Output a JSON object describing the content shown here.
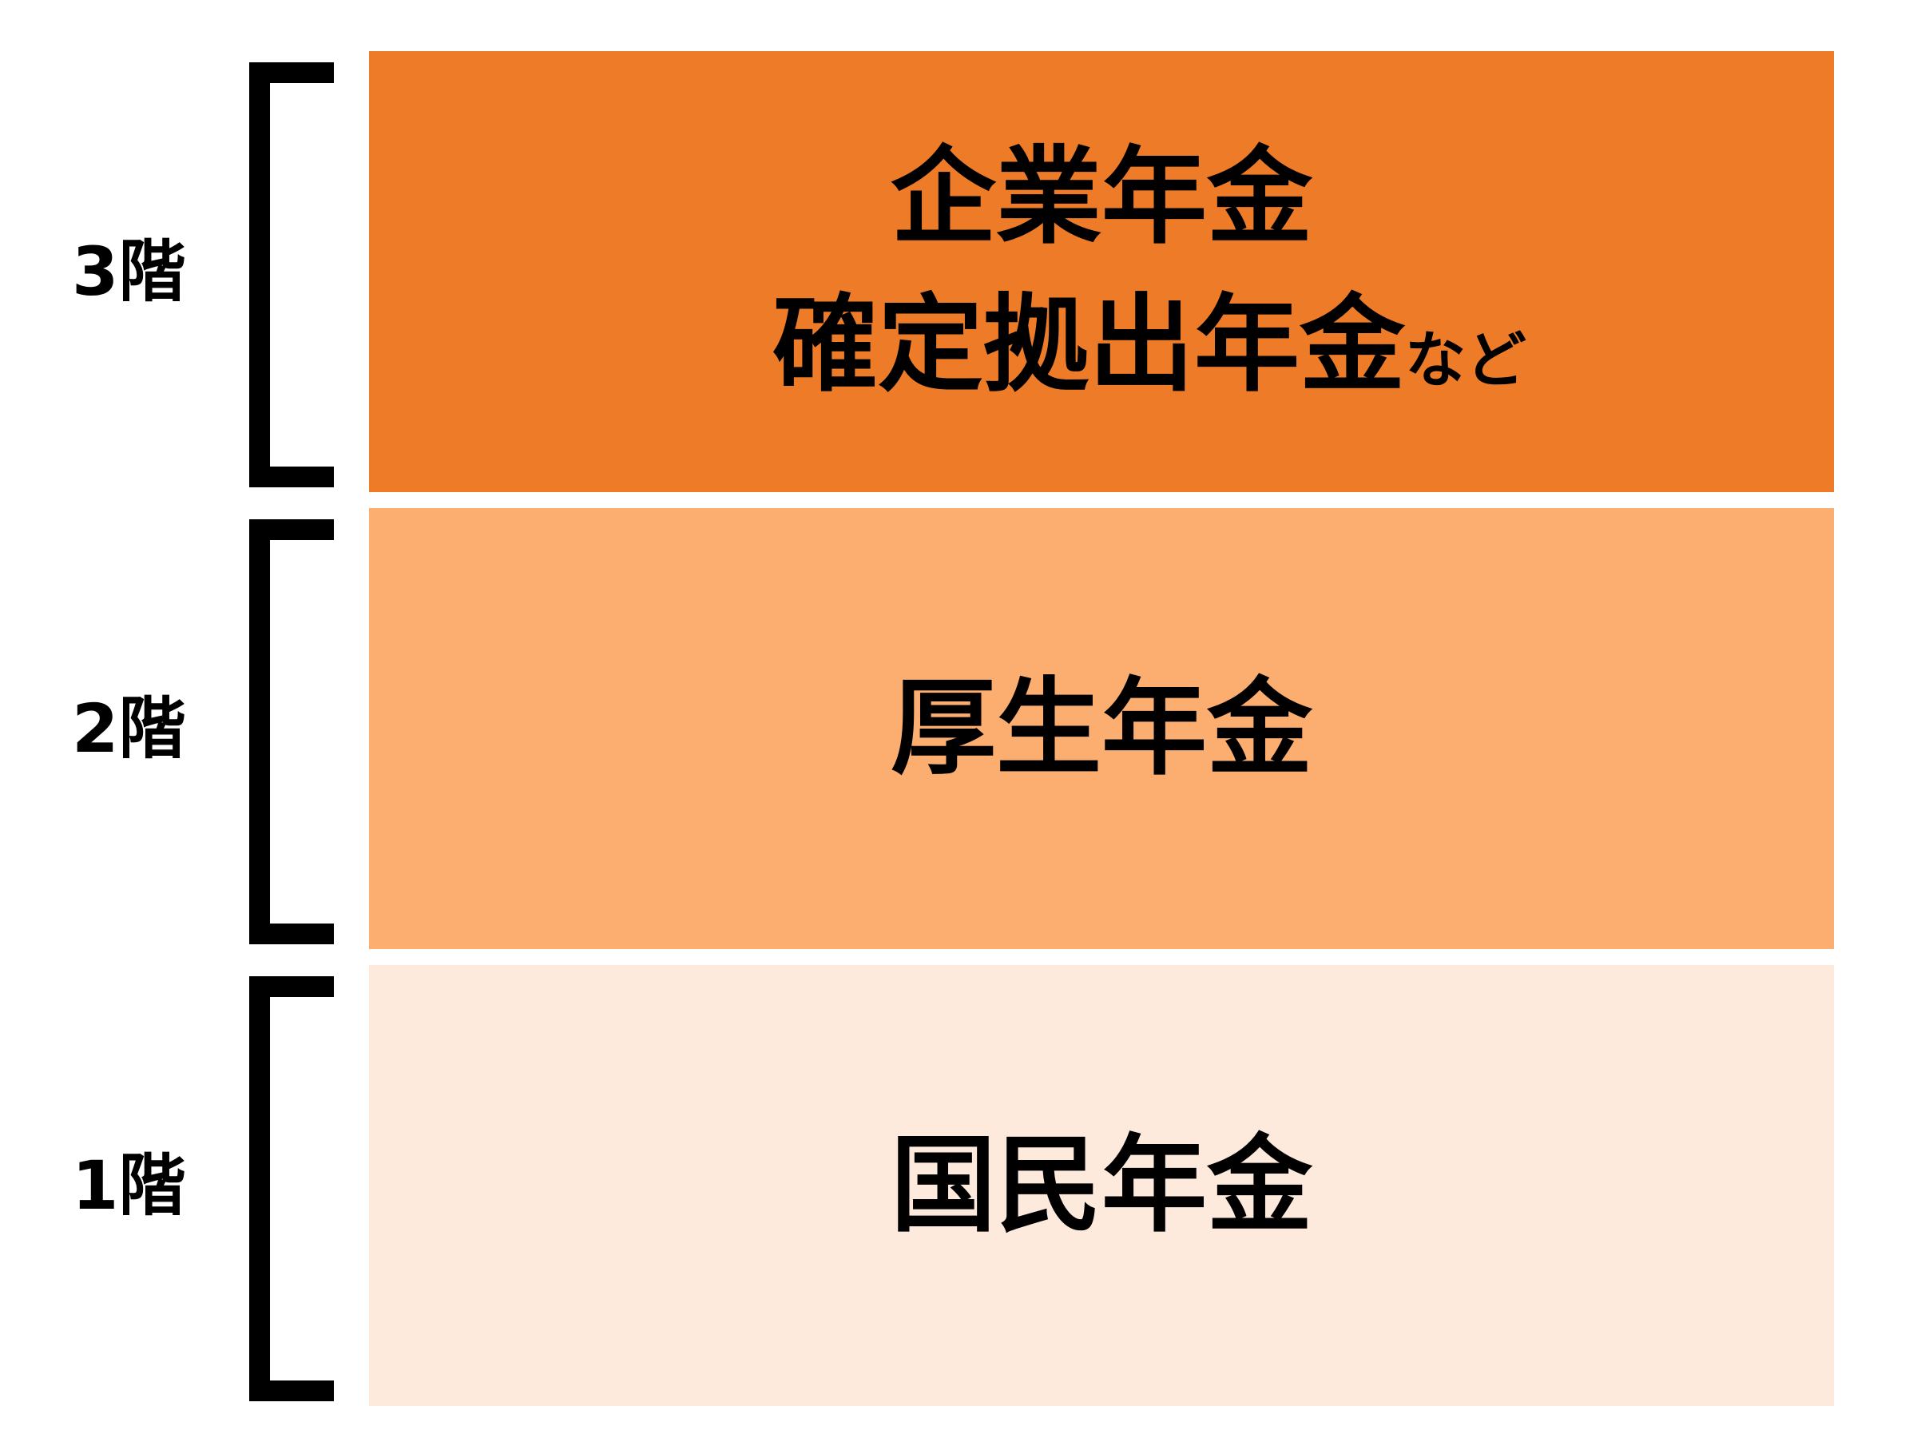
{
  "colors": {
    "tier3": "#ED7B27",
    "tier2": "#FCAD70",
    "tier1": "#FDEADD",
    "bracket": "#000000",
    "text": "#000000"
  },
  "tiers": [
    {
      "floor": "3階",
      "lines": [
        "企業年金",
        "確定拠出年金"
      ],
      "suffix": "など"
    },
    {
      "floor": "2階",
      "lines": [
        "厚生年金"
      ]
    },
    {
      "floor": "1階",
      "lines": [
        "国民年金"
      ]
    }
  ]
}
